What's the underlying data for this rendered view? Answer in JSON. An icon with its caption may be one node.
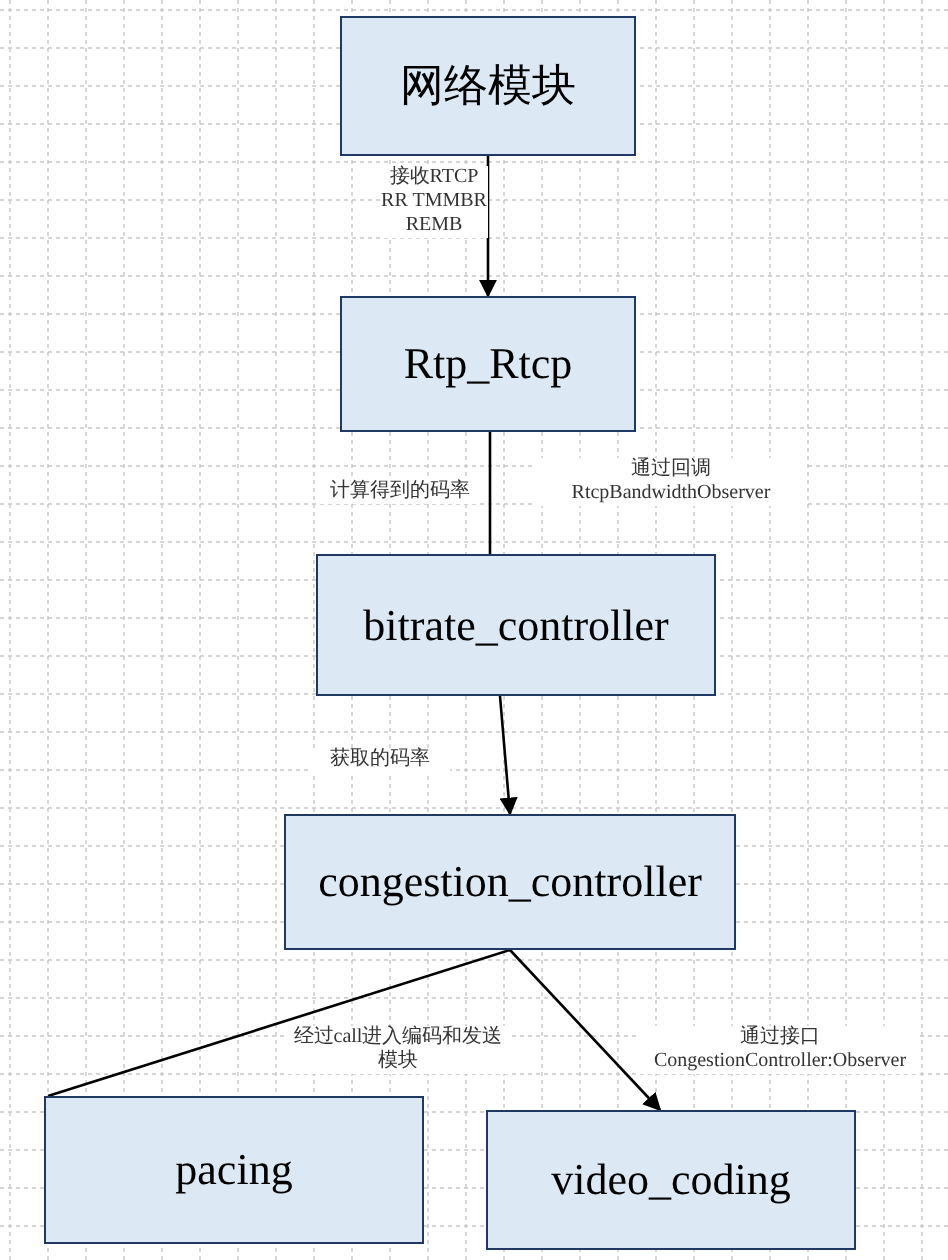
{
  "diagram": {
    "nodes": [
      {
        "text": [
          "网络模块"
        ]
      },
      {
        "text": [
          "Rtp_Rtcp"
        ]
      },
      {
        "text": [
          "bitrate_controller"
        ]
      },
      {
        "text": [
          "congestion_controller"
        ]
      },
      {
        "text": [
          "pacing"
        ]
      },
      {
        "text": [
          "video_coding"
        ]
      }
    ],
    "edges": [
      {
        "from": 0,
        "to": 1,
        "arrow": "to",
        "label": "接收RTCP RR TMMBR REMB"
      },
      {
        "from": 1,
        "to": 2,
        "arrow": "none",
        "label": "计算得到的码率"
      },
      {
        "from": 2,
        "to": 3,
        "arrow": "to",
        "label": "获取的码率"
      },
      {
        "from": 3,
        "to": 4,
        "arrow": "none",
        "label": "经过call进入编码和发送模块"
      },
      {
        "from": 3,
        "to": 5,
        "arrow": "to",
        "label": "通过接口 CongestionController:Observer"
      }
    ],
    "labels": [
      "通过回调 RtcpBandwidthObserver"
    ]
  }
}
